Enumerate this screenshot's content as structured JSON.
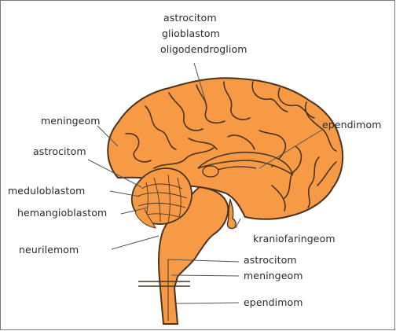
{
  "colors": {
    "brain_fill": "#F79A45",
    "outline": "#4a3420",
    "leader": "#555555",
    "text": "#2a2a2a",
    "frame": "#7a7a7a"
  },
  "labels": {
    "top_astrocitom": "astrocitom",
    "top_glioblastom": "glioblastom",
    "top_oligodendrogliom": "oligodendrogliom",
    "meningeom_top": "meningeom",
    "ependimom_top": "ependimom",
    "astrocitom_left": "astrocitom",
    "meduloblastom": "meduloblastom",
    "hemangioblastom": "hemangioblastom",
    "neurilemom": "neurilemom",
    "kraniofaringeom": "kraniofaringeom",
    "astrocitom_spine": "astrocitom",
    "meningeom_spine": "meningeom",
    "ependimom_spine": "ependimom"
  }
}
